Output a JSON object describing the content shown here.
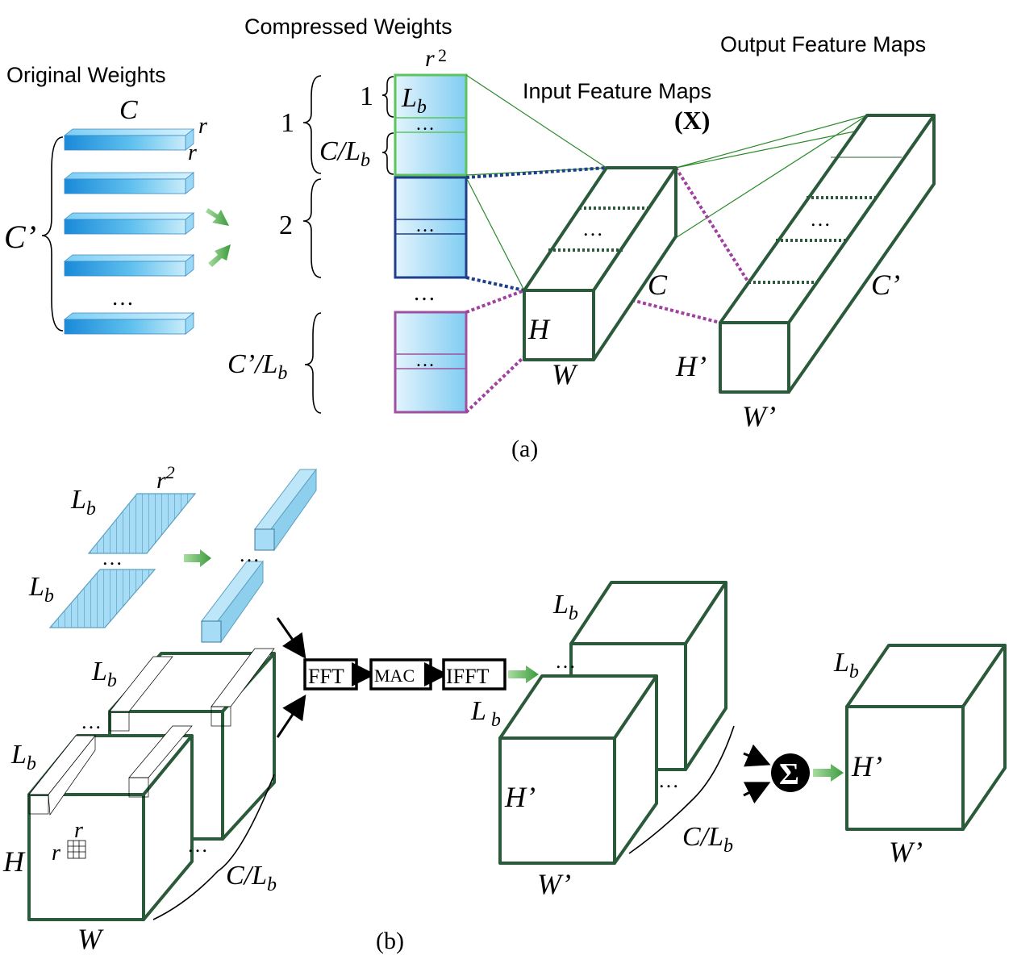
{
  "panel_a": {
    "caption": "(a)",
    "original_weights": {
      "title": "Original Weights",
      "label_c": "C",
      "label_r_top": "r",
      "label_r_bottom": "r",
      "label_c_prime": "C’",
      "dots": "…"
    },
    "compressed_weights": {
      "title": "Compressed Weights",
      "label_r2_base": "r",
      "label_r2_exp": "2",
      "group_1": "1",
      "group_2": "2",
      "sub_1": "1",
      "lb_base": "L",
      "lb_sub": "b",
      "c_over_lb": "C/L",
      "c_prime_over_lb": "C’/L",
      "dots": "…",
      "cell_dots": "…",
      "colors": {
        "group1_border": "#5cc45c",
        "group2_border": "#1f3f8a",
        "group3_border": "#a050a0",
        "fill_light": "#d8f0fc",
        "fill_mid": "#8ed4f4"
      }
    },
    "input_maps": {
      "title": "Input Feature Maps",
      "symbol": "(X)",
      "label_h": "H",
      "label_w": "W",
      "label_c": "C",
      "dots": "…"
    },
    "output_maps": {
      "title": "Output Feature Maps",
      "label_h": "H’",
      "label_w": "W’",
      "label_c": "C’",
      "dots": "…"
    }
  },
  "panel_b": {
    "caption": "(b)",
    "weights": {
      "lb_base": "L",
      "lb_sub": "b",
      "r2_base": "r",
      "r2_exp": "2",
      "dots": "…"
    },
    "input": {
      "lb_base": "L",
      "lb_sub": "b",
      "label_h": "H",
      "label_w": "W",
      "label_r_top": "r",
      "label_r_left": "r",
      "c_over_lb": "C/L",
      "dots": "…"
    },
    "pipeline": {
      "fft": "FFT",
      "mac": "MAC",
      "ifft": "IFFT",
      "lb_base": "L",
      "lb_sub": "b"
    },
    "partial_outputs": {
      "lb_base": "L",
      "lb_sub": "b",
      "label_h": "H’",
      "label_w": "W’",
      "c_over_lb": "C/L",
      "dots": "…"
    },
    "sum": {
      "symbol": "Σ",
      "lb_base": "L",
      "lb_sub": "b",
      "label_h": "H’",
      "label_w": "W’"
    }
  },
  "icons": [
    "green-arrow-icon",
    "black-arrow-icon",
    "sigma-sum-icon"
  ]
}
